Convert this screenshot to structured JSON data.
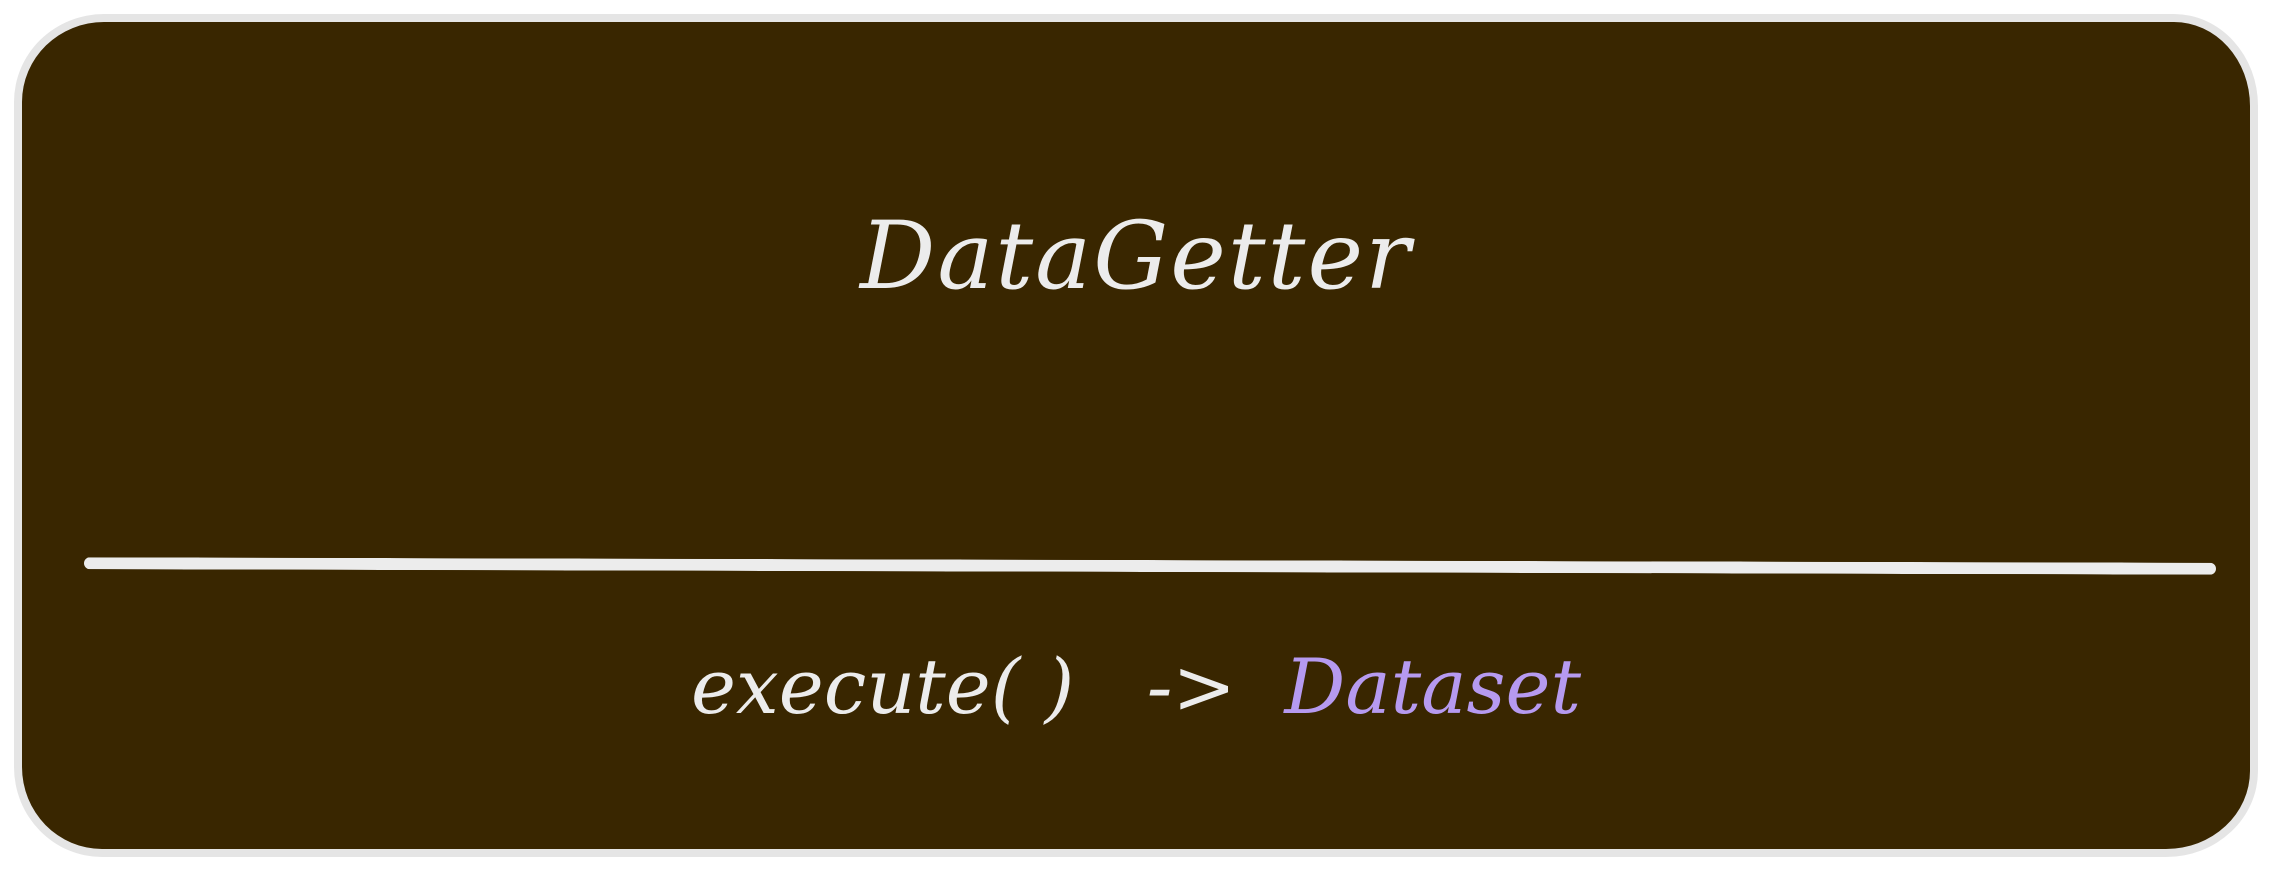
{
  "class_box": {
    "name": "DataGetter",
    "method": {
      "signature": "execute( )",
      "arrow": "->",
      "return_type": "Dataset"
    }
  },
  "colors": {
    "background": "#392600",
    "border": "#e5e5e5",
    "text": "#ececec",
    "return_type": "#b69af0"
  }
}
